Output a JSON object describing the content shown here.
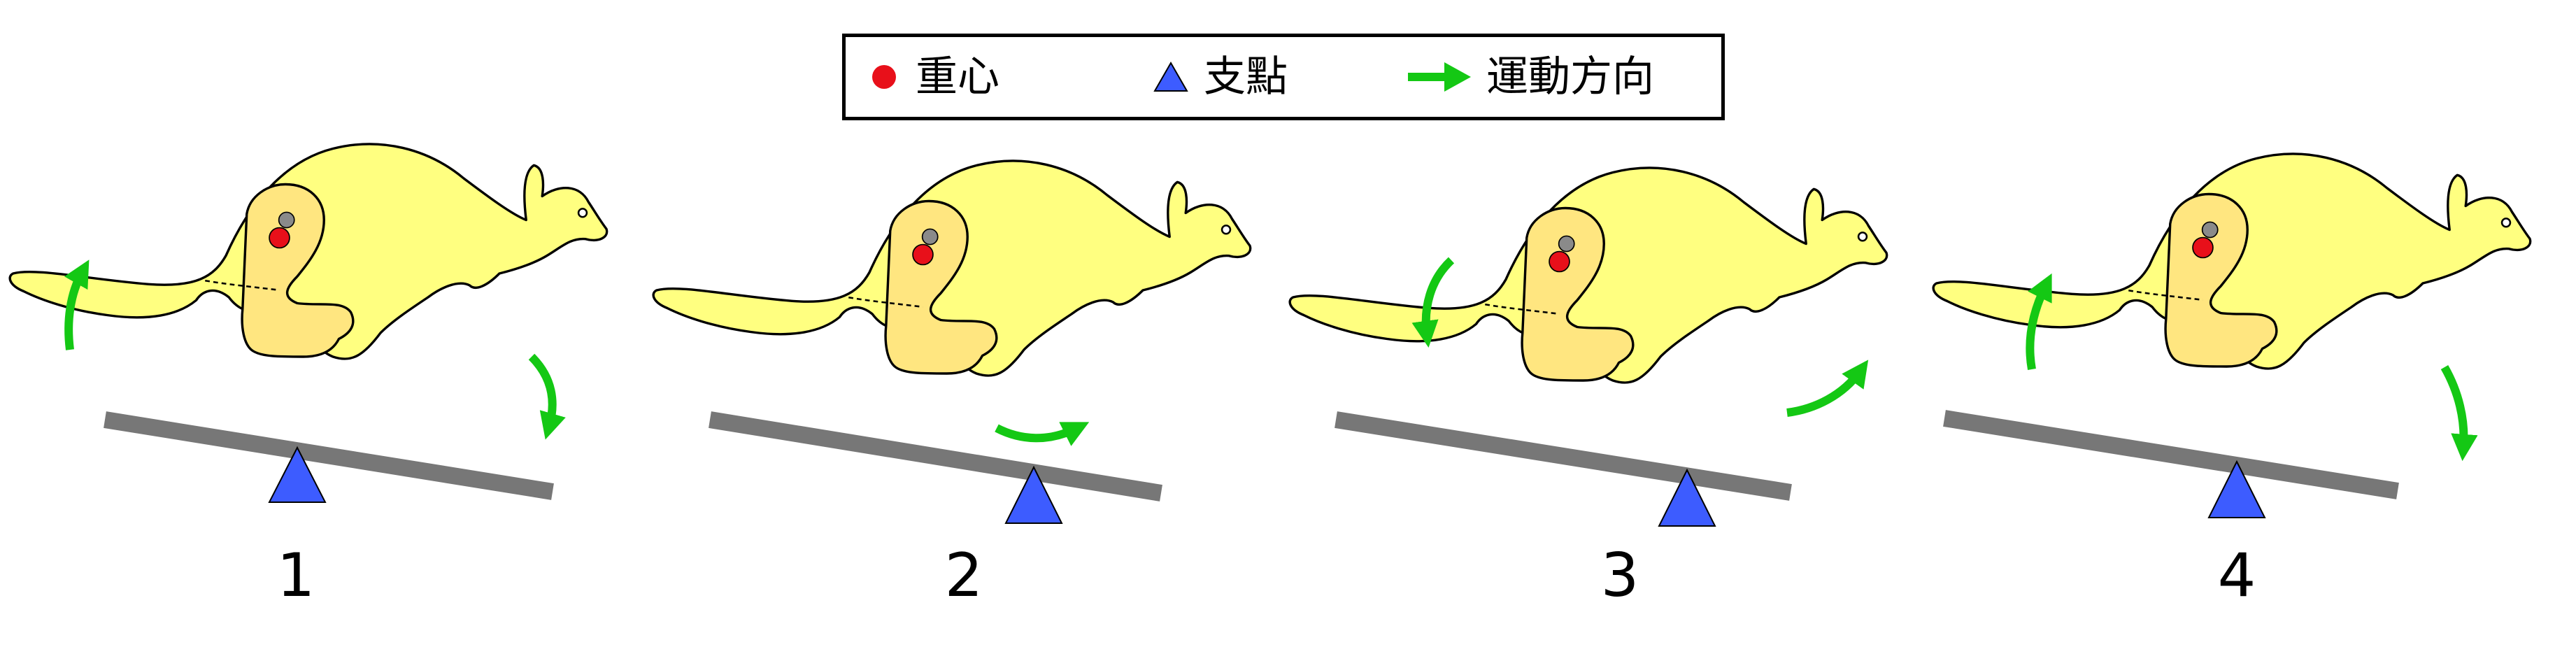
{
  "legend": {
    "center_of_gravity": "重心",
    "fulcrum": "支點",
    "direction_of_motion": "運動方向"
  },
  "frames": [
    {
      "label": "1",
      "tail_arrow": "up",
      "front_arrow": "down"
    },
    {
      "label": "2",
      "tail_arrow": "none",
      "front_arrow": "none",
      "foot_arrow": "right"
    },
    {
      "label": "3",
      "tail_arrow": "down",
      "front_arrow": "up"
    },
    {
      "label": "4",
      "tail_arrow": "up",
      "front_arrow": "down"
    }
  ],
  "colors": {
    "body": "#ffff80",
    "leg": "#ffe680",
    "outline": "#000000",
    "beam": "#777777",
    "fulcrum": "#3d5cff",
    "cog": "#e8101a",
    "pivot_dot": "#8a8a8a",
    "arrow": "#14c814"
  },
  "icons": [
    "red-dot-icon",
    "blue-triangle-icon",
    "green-arrow-icon"
  ]
}
